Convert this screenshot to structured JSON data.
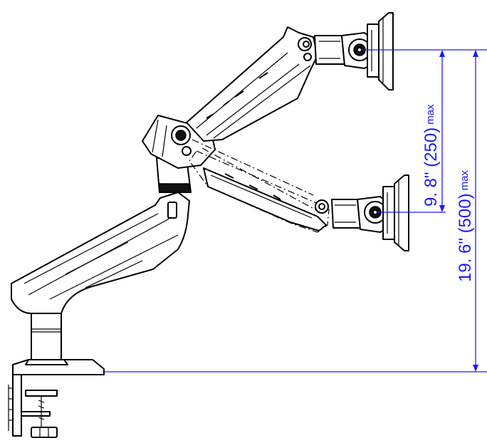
{
  "colors": {
    "line": "#000000",
    "dimension": "#1a1aff",
    "background": "#ffffff"
  },
  "dimensions": {
    "offset": {
      "value_text": "9. 8\" (250)",
      "suffix": "max"
    },
    "height": {
      "value_text": "19. 6\" (500)",
      "suffix": "max"
    }
  }
}
